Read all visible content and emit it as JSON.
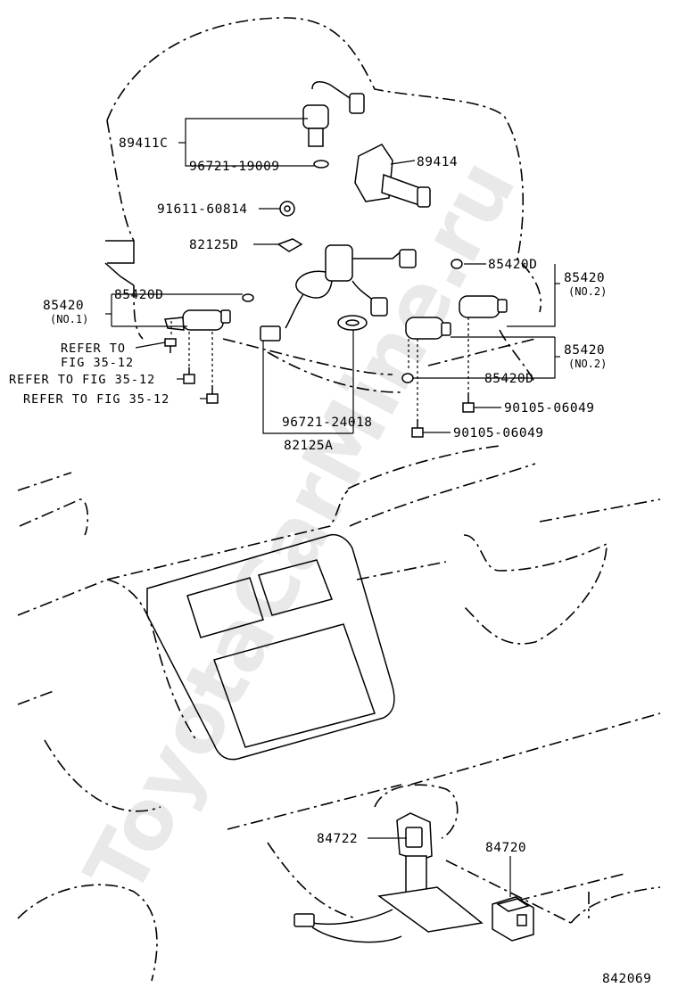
{
  "diagram_id": "842069",
  "watermark": "ToyotaCarMine.ru",
  "parts": {
    "p89411c": "89411C",
    "p96721_19009": "96721-19009",
    "p89414": "89414",
    "p91611": "91611-60814",
    "p82125d": "82125D",
    "p85420_no1": "85420",
    "p85420_no1_sub": "(NO.1)",
    "p85420d_left": "85420D",
    "p85420d_top": "85420D",
    "p85420_no2_top": "85420",
    "p85420_no2_top_sub": "(NO.2)",
    "p85420_no2_mid": "85420",
    "p85420_no2_mid_sub": "(NO.2)",
    "p85420d_mid": "85420D",
    "p90105_a": "90105-06049",
    "p90105_b": "90105-06049",
    "p96721_24018": "96721-24018",
    "p82125a": "82125A",
    "p84722": "84722",
    "p84720": "84720"
  },
  "refs": {
    "ref1_line1": "REFER TO",
    "ref1_line2": "FIG 35-12",
    "ref2": "REFER TO FIG 35-12",
    "ref3": "REFER TO FIG 35-12"
  }
}
